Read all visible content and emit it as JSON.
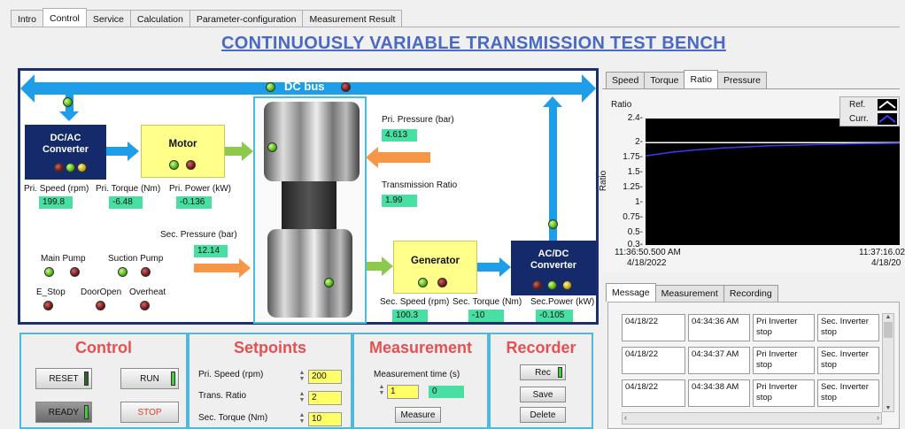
{
  "tabs": [
    "Intro",
    "Control",
    "Service",
    "Calculation",
    "Parameter-configuration",
    "Measurement Result"
  ],
  "active_tab": "Control",
  "title": "CONTINUOUSLY VARIABLE TRANSMISSION TEST BENCH",
  "diagram": {
    "bus_label": "DC bus",
    "dcac": {
      "line1": "DC/AC",
      "line2": "Converter"
    },
    "motor": "Motor",
    "generator": "Generator",
    "acdc": {
      "line1": "AC/DC",
      "line2": "Converter"
    },
    "pri_speed": {
      "label": "Pri. Speed (rpm)",
      "value": "199.8"
    },
    "pri_torque": {
      "label": "Pri. Torque (Nm)",
      "value": "-6.48"
    },
    "pri_power": {
      "label": "Pri. Power (kW)",
      "value": "-0.136"
    },
    "pri_pressure": {
      "label": "Pri. Pressure (bar)",
      "value": "4.613"
    },
    "trans_ratio": {
      "label": "Transmission Ratio",
      "value": "1.99"
    },
    "sec_pressure": {
      "label": "Sec. Pressure  (bar)",
      "value": "12.14"
    },
    "sec_speed": {
      "label": "Sec. Speed (rpm)",
      "value": "100.3"
    },
    "sec_torque": {
      "label": "Sec. Torque (Nm)",
      "value": "-10"
    },
    "sec_power": {
      "label": "Sec.Power (kW)",
      "value": "-0.105"
    },
    "status": {
      "main_pump": "Main Pump",
      "suction_pump": "Suction Pump",
      "e_stop": "E_Stop",
      "door_open": "DoorOpen",
      "overheat": "Overheat"
    }
  },
  "control": {
    "title": "Control",
    "reset": "RESET",
    "run": "RUN",
    "ready": "READY",
    "stop": "STOP"
  },
  "setpoints": {
    "title": "Setpoints",
    "pri_speed_label": "Pri. Speed (rpm)",
    "pri_speed_value": "200",
    "trans_ratio_label": "Trans. Ratio",
    "trans_ratio_value": "2",
    "sec_torque_label": "Sec. Torque (Nm)",
    "sec_torque_value": "10"
  },
  "measurement": {
    "title": "Measurement",
    "time_label": "Measurement time (s)",
    "time_value": "1",
    "counter_value": "0",
    "button": "Measure"
  },
  "recorder": {
    "title": "Recorder",
    "rec": "Rec",
    "save": "Save",
    "delete": "Delete"
  },
  "chart_tabs": [
    "Speed",
    "Torque",
    "Ratio",
    "Pressure"
  ],
  "chart_tabs_active": "Ratio",
  "chart_data": {
    "type": "line",
    "title": "Ratio",
    "ylabel": "Ratio",
    "xlabel": "",
    "ylim": [
      0.3,
      2.4
    ],
    "yticks": [
      "2.4",
      "2",
      "1.75",
      "1.5",
      "1.25",
      "1",
      "0.75",
      "0.5",
      "0.3"
    ],
    "yticks_values": [
      2.4,
      2,
      1.75,
      1.5,
      1.25,
      1,
      0.75,
      0.5,
      0.3
    ],
    "x_start_label": "11:36:50.500 AM",
    "x_start_date": "4/18/2022",
    "x_end_label": "11:37:16.02",
    "x_end_date": "4/18/20",
    "series": [
      {
        "name": "Ref.",
        "color": "#ffffff",
        "x": [
          0,
          0.2,
          0.4,
          0.6,
          0.8,
          1.0
        ],
        "values": [
          2,
          2,
          2,
          2,
          2,
          2
        ]
      },
      {
        "name": "Curr.",
        "color": "#3a3aff",
        "x": [
          0,
          0.1,
          0.2,
          0.3,
          0.4,
          0.5,
          0.6,
          0.7,
          0.8,
          0.9,
          1.0
        ],
        "values": [
          1.78,
          1.84,
          1.88,
          1.91,
          1.93,
          1.95,
          1.96,
          1.97,
          1.98,
          1.985,
          1.99
        ]
      }
    ],
    "legend": "top-right",
    "grid": false
  },
  "message_tabs": [
    "Message",
    "Measurement",
    "Recording"
  ],
  "message_tabs_active": "Message",
  "messages": [
    {
      "date": "04/18/22",
      "time": "04:34:36 AM",
      "pri": "Pri Inverter stop",
      "sec": "Sec. Inverter stop"
    },
    {
      "date": "04/18/22",
      "time": "04:34:37 AM",
      "pri": "Pri Inverter stop",
      "sec": "Sec. Inverter stop"
    },
    {
      "date": "04/18/22",
      "time": "04:34:38 AM",
      "pri": "Pri Inverter stop",
      "sec": "Sec. Inverter stop"
    }
  ],
  "colors": {
    "accent": "#1e9ee8",
    "navy": "#142a6b",
    "indicator": "#47e0a2",
    "title": "#4a69c6",
    "panel_title": "#e8504f"
  }
}
